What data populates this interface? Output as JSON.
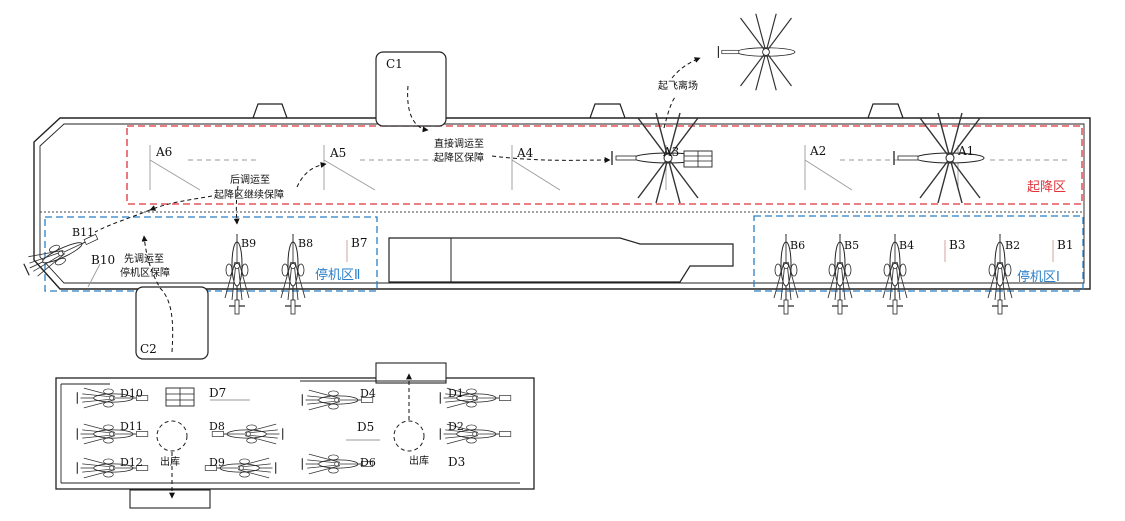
{
  "spots": {
    "A1": "A1",
    "A2": "A2",
    "A3": "A3",
    "A4": "A4",
    "A5": "A5",
    "A6": "A6",
    "B1": "B1",
    "B2": "B2",
    "B3": "B3",
    "B4": "B4",
    "B5": "B5",
    "B6": "B6",
    "B7": "B7",
    "B8": "B8",
    "B9": "B9",
    "B10": "B10",
    "B11": "B11",
    "C1": "C1",
    "C2": "C2",
    "D1": "D1",
    "D2": "D2",
    "D3": "D3",
    "D4": "D4",
    "D5": "D5",
    "D6": "D6",
    "D7": "D7",
    "D8": "D8",
    "D9": "D9",
    "D10": "D10",
    "D11": "D11",
    "D12": "D12"
  },
  "zones": {
    "landing": "起降区",
    "parking_1": "停机区Ⅰ",
    "parking_2": "停机区Ⅱ"
  },
  "annotations": {
    "takeoff": "起飞离场",
    "direct_1": "直接调运至",
    "direct_2": "起降区保障",
    "later_1": "后调运至",
    "later_2": "起降区继续保障",
    "first_1": "先调运至",
    "first_2": "停机区保障",
    "exit_left": "出库",
    "exit_right": "出库"
  },
  "colors": {
    "landing_zone": "#e0333a",
    "parking_zone": "#2a7fc8",
    "line": "#222222",
    "diag": "#9a9a9a"
  }
}
